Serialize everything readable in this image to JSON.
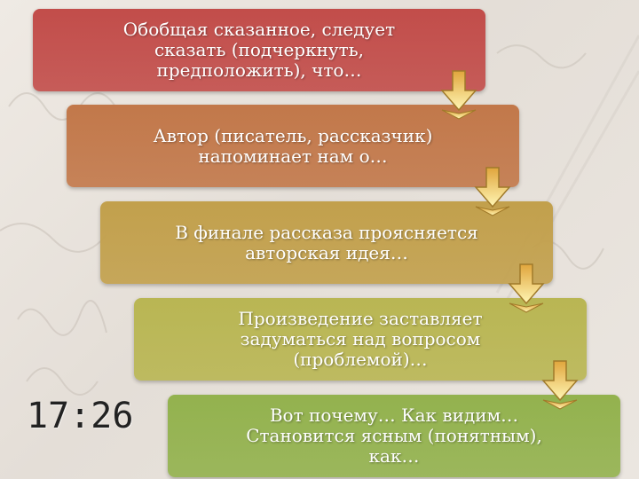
{
  "steps": [
    {
      "text": "Обобщая сказанное, следует\nсказать (подчеркнуть,\nпредположить), что…",
      "color": "#c24d4a"
    },
    {
      "text": "Автор (писатель, рассказчик)\nнапоминает нам о…",
      "color": "#c2784a"
    },
    {
      "text": "В финале рассказа проясняется\nавторская идея…",
      "color": "#c2a04c"
    },
    {
      "text": "Произведение заставляет\nзадуматься над вопросом\n(проблемой)…",
      "color": "#b9b653"
    },
    {
      "text": "Вот почему… Как видим…\nСтановится ясным (понятным),\nкак…",
      "color": "#93b24e"
    }
  ],
  "clock": "17:26",
  "arrow_colors": {
    "top": "#e0a53c",
    "bottom": "#fff6b4"
  }
}
